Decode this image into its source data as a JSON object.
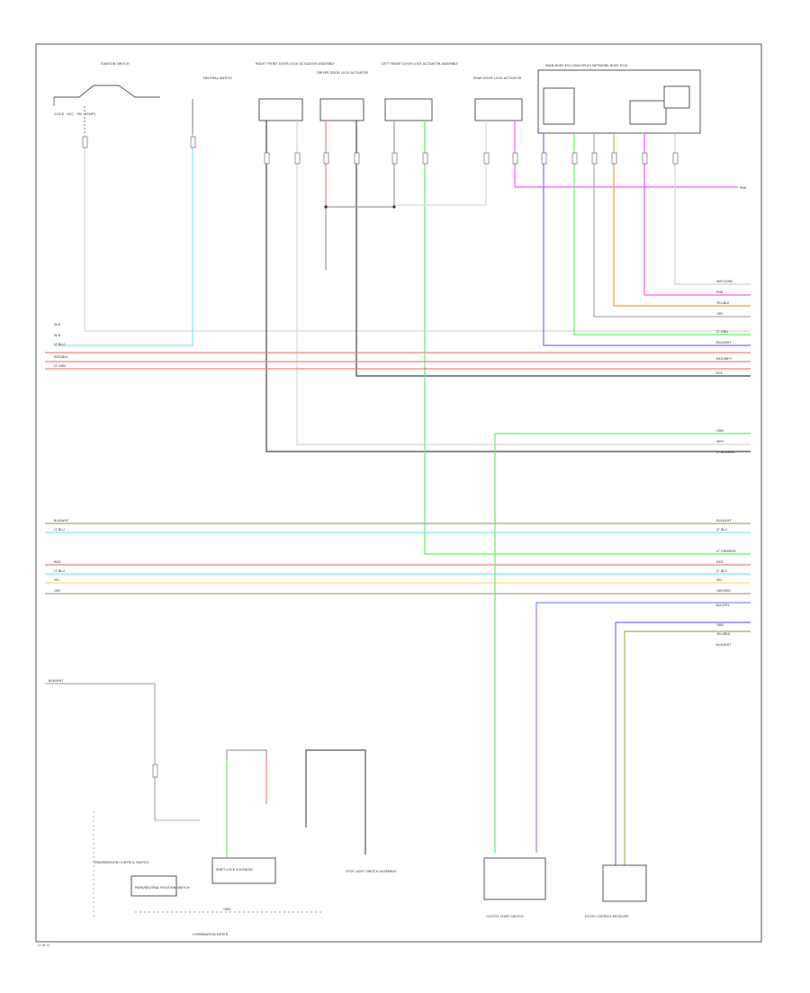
{
  "diagram": {
    "colors": {
      "white": "#d0d0d0",
      "black": "#333333",
      "red": "#f08080",
      "light_blue": "#7fe8f0",
      "green": "#66ee66",
      "blue": "#7070ff",
      "pink": "#ff55ff",
      "orange": "#ff9933",
      "yellow": "#f0e080",
      "gray": "#a0a0a0",
      "brown": "#b0a080",
      "olive": "#a8b050"
    },
    "components": [
      {
        "id": "ignition-switch",
        "label": "IGNITION SWITCH",
        "sub": "(LOCK · ACC · ON · START)"
      },
      {
        "id": "neutral-switch",
        "label": "NEUTRAL SWITCH"
      },
      {
        "id": "front-right-door-lock",
        "label": "RIGHT FRONT DOOR LOCK ACTUATOR ASSEMBLY"
      },
      {
        "id": "driver-door-lock",
        "label": "DRIVER DOOR LOCK ACTUATOR"
      },
      {
        "id": "left-front-door-lock",
        "label": "LEFT FRONT DOOR LOCK ACTUATOR ASSEMBLY"
      },
      {
        "id": "rear-door-lock",
        "label": "REAR DOOR LOCK ACTUATOR"
      },
      {
        "id": "main-body-ecu",
        "label": "MAIN BODY ECU (MULTIPLEX NETWORK BODY ECU)"
      },
      {
        "id": "transmission-ecu",
        "label": "TRANSMISSION CONTROL SWITCH"
      },
      {
        "id": "park-neutral-switch",
        "label": "PARK/NEUTRAL POSITION SWITCH"
      },
      {
        "id": "shift-lock-solenoid",
        "label": "SHIFT LOCK SOLENOID"
      },
      {
        "id": "stop-light-switch",
        "label": "STOP LIGHT SWITCH ASSEMBLY"
      },
      {
        "id": "clutch-start-switch",
        "label": "CLUTCH START SWITCH"
      },
      {
        "id": "door-control-receiver",
        "label": "DOOR CONTROL RECEIVER"
      },
      {
        "id": "combination-meter",
        "label": "COMBINATION METER"
      }
    ],
    "wire_labels": {
      "left_group_a": [
        "W-B",
        "W-B",
        "LT BLU",
        "RED/BLK",
        "LT GRN"
      ],
      "right_group_a": [
        "WHT/GRN",
        "PNK",
        "YEL/BLK",
        "GRY"
      ],
      "right_group_b": [
        "LT GRN",
        "BLU/WHT",
        "RED/WHT",
        "BLK"
      ],
      "right_group_c": [
        "GRN",
        "WHT",
        "LT BLU/RED"
      ],
      "left_group_d": [
        "BLK/WHT",
        "LT BLU"
      ],
      "right_group_d": [
        "BLK/WHT",
        "LT BLU"
      ],
      "right_group_e": [
        "LT GRN/RED",
        "RED",
        "LT BLU",
        "YEL",
        "GRY/RED"
      ],
      "left_group_e": [
        "RED",
        "LT BLU",
        "YEL",
        "GRY"
      ],
      "right_group_f": [
        "BLU/YEL",
        "GRN",
        "YEL/RED",
        "BLK/WHT"
      ],
      "pink_label": "PNK",
      "bottom_left_label": "BLK/WHT",
      "bottom_note": "GND"
    },
    "footer": "(1 of 2)"
  }
}
